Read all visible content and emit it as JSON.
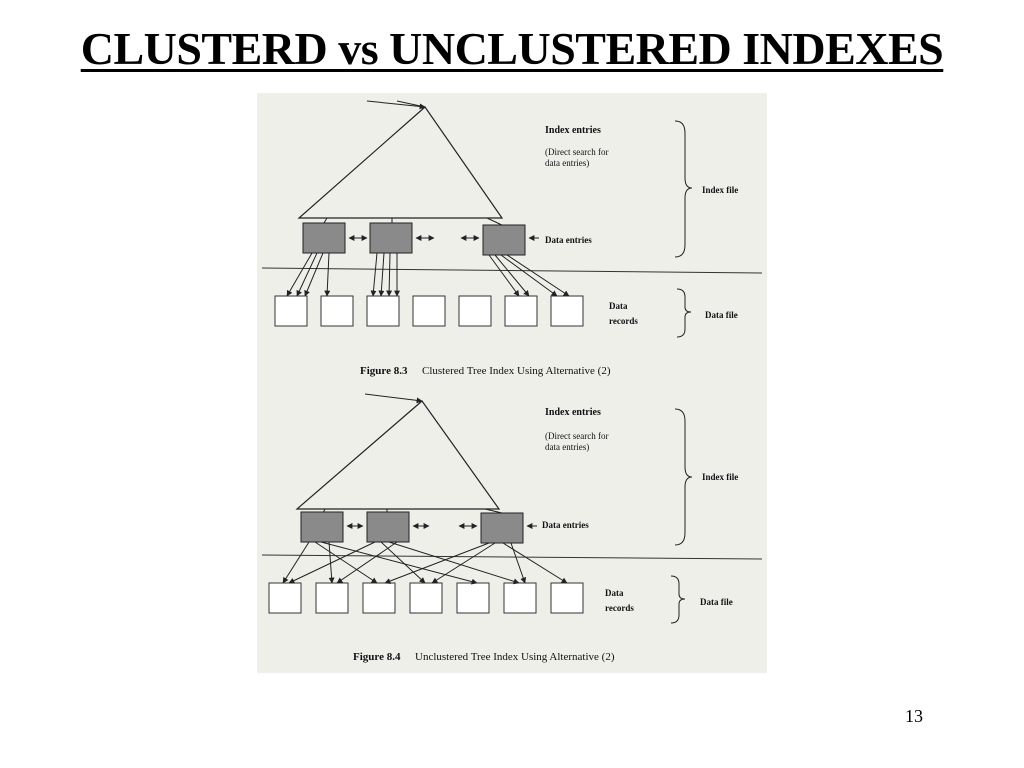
{
  "slide": {
    "title": "CLUSTERD vs UNCLUSTERED INDEXES",
    "page_number": "13"
  },
  "figures": [
    {
      "index_entries": "Index entries",
      "search_note_1": "(Direct search for",
      "search_note_2": "data entries)",
      "index_file": "Index file",
      "data_entries": "Data entries",
      "data_label_1": "Data",
      "data_label_2": "records",
      "data_file": "Data file",
      "caption_num": "Figure 8.3",
      "caption_text": "Clustered Tree Index Using Alternative (2)"
    },
    {
      "index_entries": "Index entries",
      "search_note_1": "(Direct search for",
      "search_note_2": "data entries)",
      "index_file": "Index file",
      "data_entries": "Data entries",
      "data_label_1": "Data",
      "data_label_2": "records",
      "data_file": "Data file",
      "caption_num": "Figure 8.4",
      "caption_text": "Unclustered Tree Index Using Alternative (2)"
    }
  ]
}
